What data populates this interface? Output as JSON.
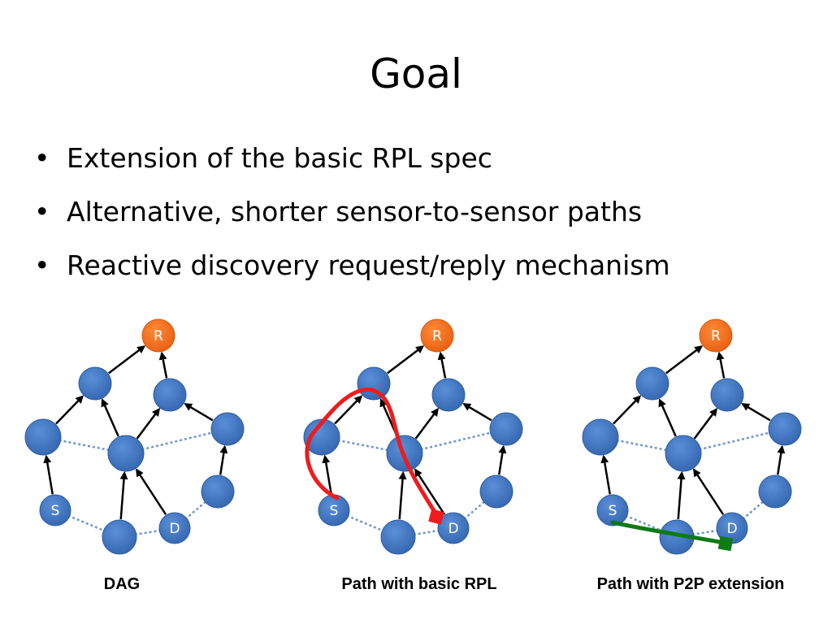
{
  "slide": {
    "title": "Goal",
    "bullets": [
      "Extension of the basic RPL spec",
      "Alternative, shorter sensor-to-sensor paths",
      "Reactive discovery request/reply mechanism"
    ]
  },
  "diagrams": [
    {
      "caption": "DAG",
      "path": "none"
    },
    {
      "caption": "Path with basic RPL",
      "path": "rpl",
      "path_color": "#ee1c1c"
    },
    {
      "caption": "Path with P2P extension",
      "path": "p2p",
      "path_color": "#0f7a16"
    }
  ],
  "node_labels": {
    "root": "R",
    "source": "S",
    "destination": "D"
  },
  "colors": {
    "node": "#3f73c0",
    "root": "#f26b17",
    "dotted": "#6f96cf"
  }
}
